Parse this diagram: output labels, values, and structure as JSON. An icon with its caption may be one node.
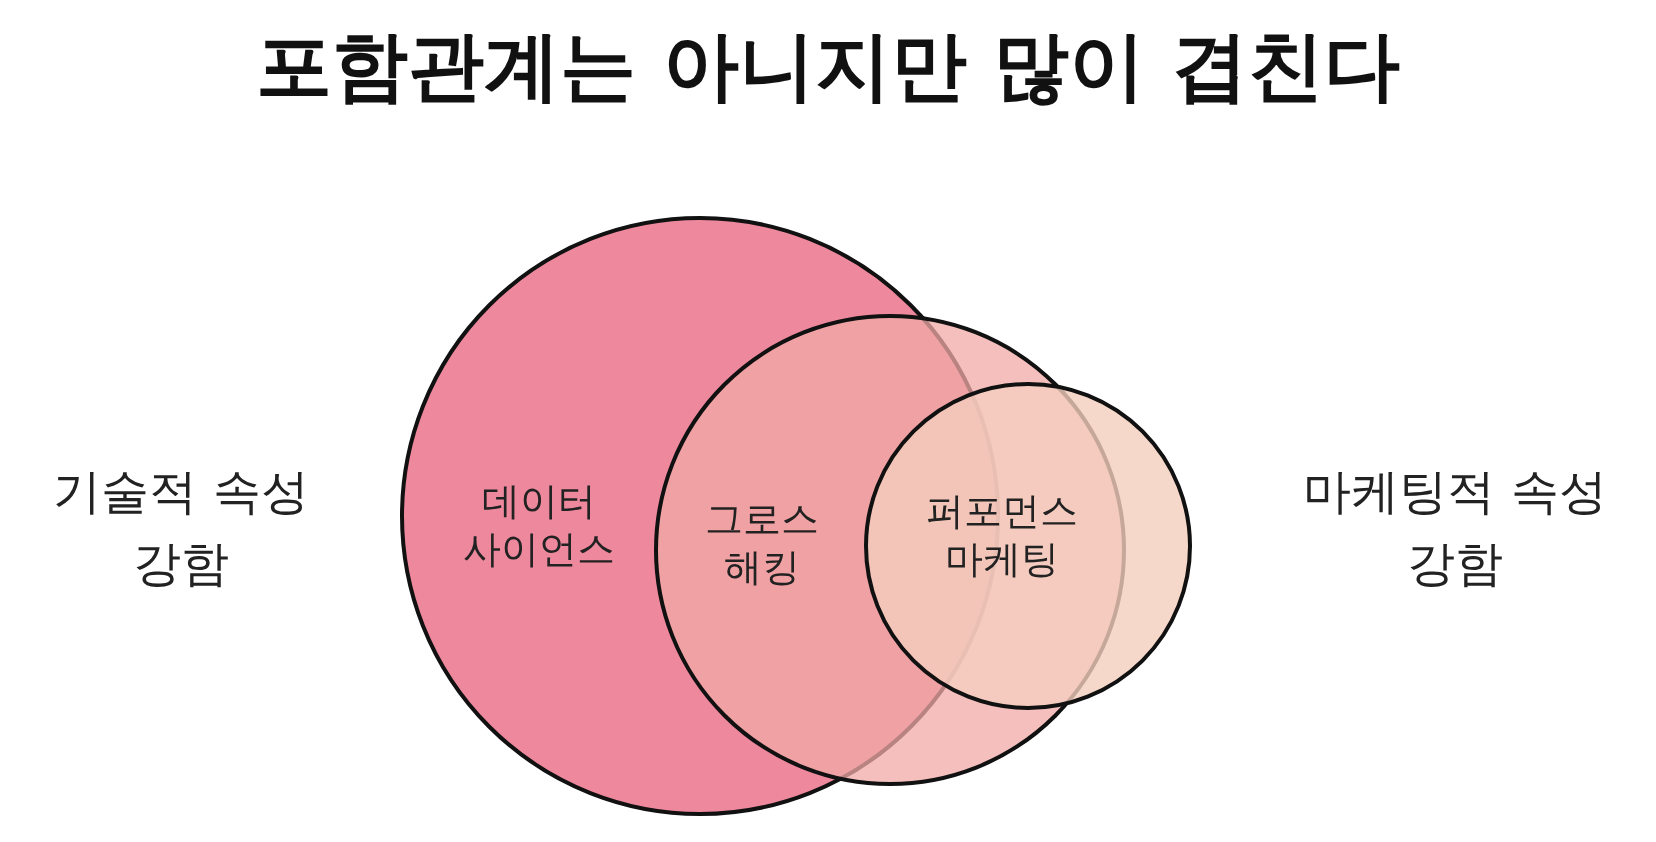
{
  "diagram": {
    "title": "포함관계는 아니지만 많이 겹친다",
    "nodes": [
      {
        "text": [
          "데이터 사이언스"
        ]
      },
      {
        "text": [
          "그로스 해킹"
        ]
      },
      {
        "text": [
          "퍼포먼스 마케팅"
        ]
      }
    ],
    "labels": [
      "기술적 속성 강함",
      "마케팅적 속성 강함"
    ]
  }
}
